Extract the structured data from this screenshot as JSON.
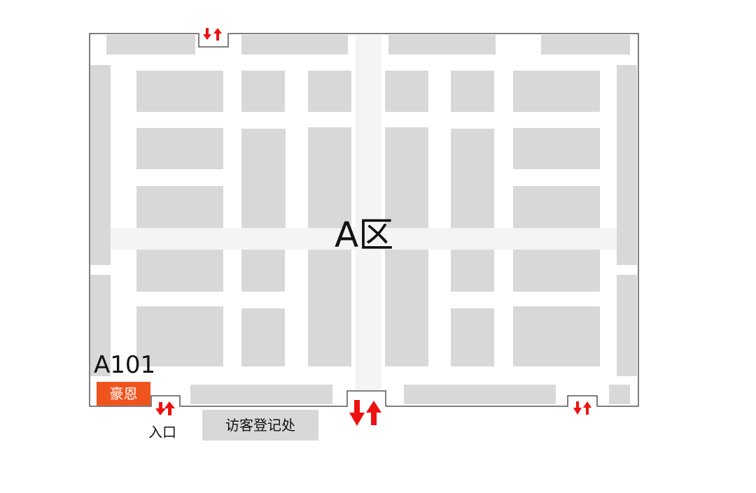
{
  "zone_label": "A区",
  "booth_number": "A101",
  "highlighted_booth": "豪恩",
  "entrance_label": "入口",
  "registration_label": "访客登记处",
  "colors": {
    "highlight": "#f0541e",
    "arrow": "#ee1111",
    "booth": "#d8d8d8",
    "aisle": "#f4f4f4"
  },
  "icons": [
    "two-way-door-arrows-icon"
  ]
}
